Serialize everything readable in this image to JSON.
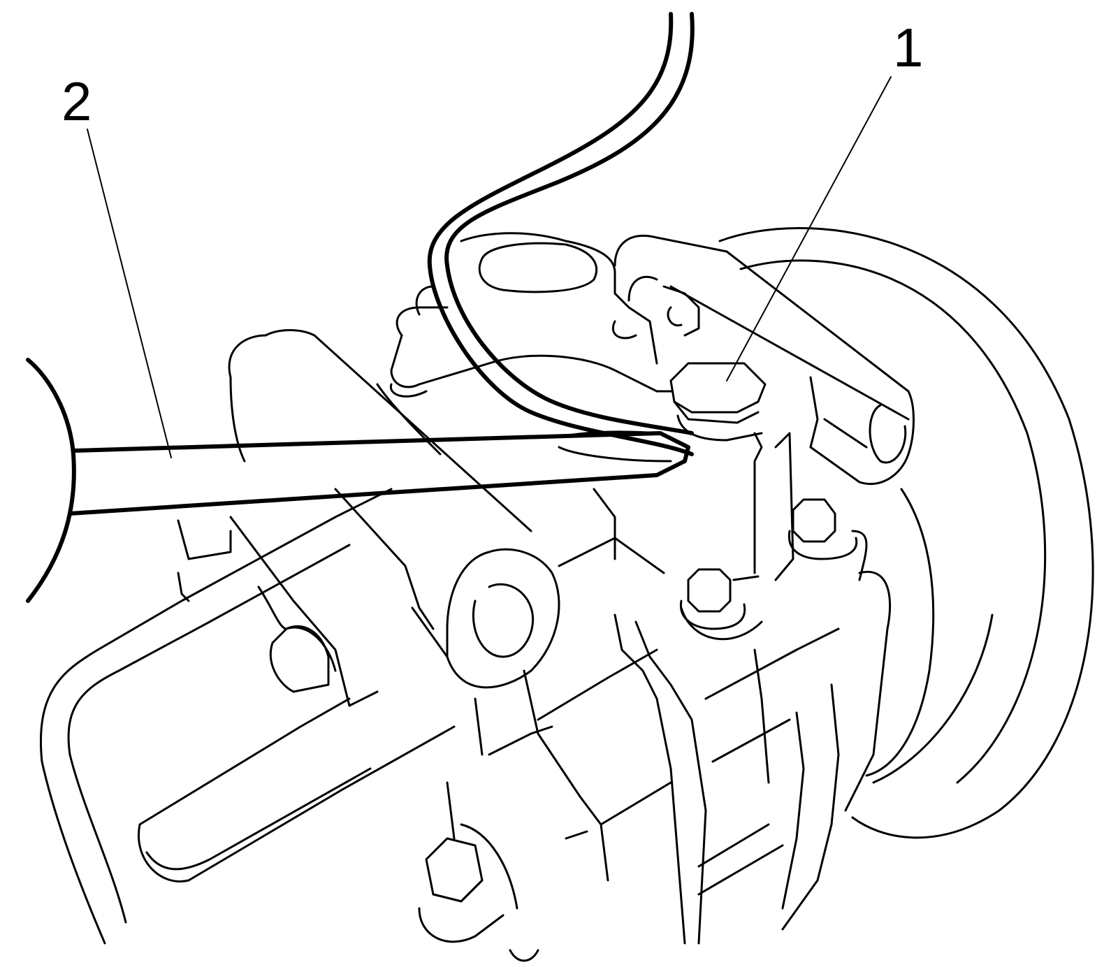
{
  "callouts": [
    {
      "id": "1",
      "label": "1",
      "target": "hex-cap"
    },
    {
      "id": "2",
      "label": "2",
      "target": "screwdriver-blade"
    }
  ],
  "colors": {
    "line": "#000000",
    "background": "#ffffff"
  }
}
